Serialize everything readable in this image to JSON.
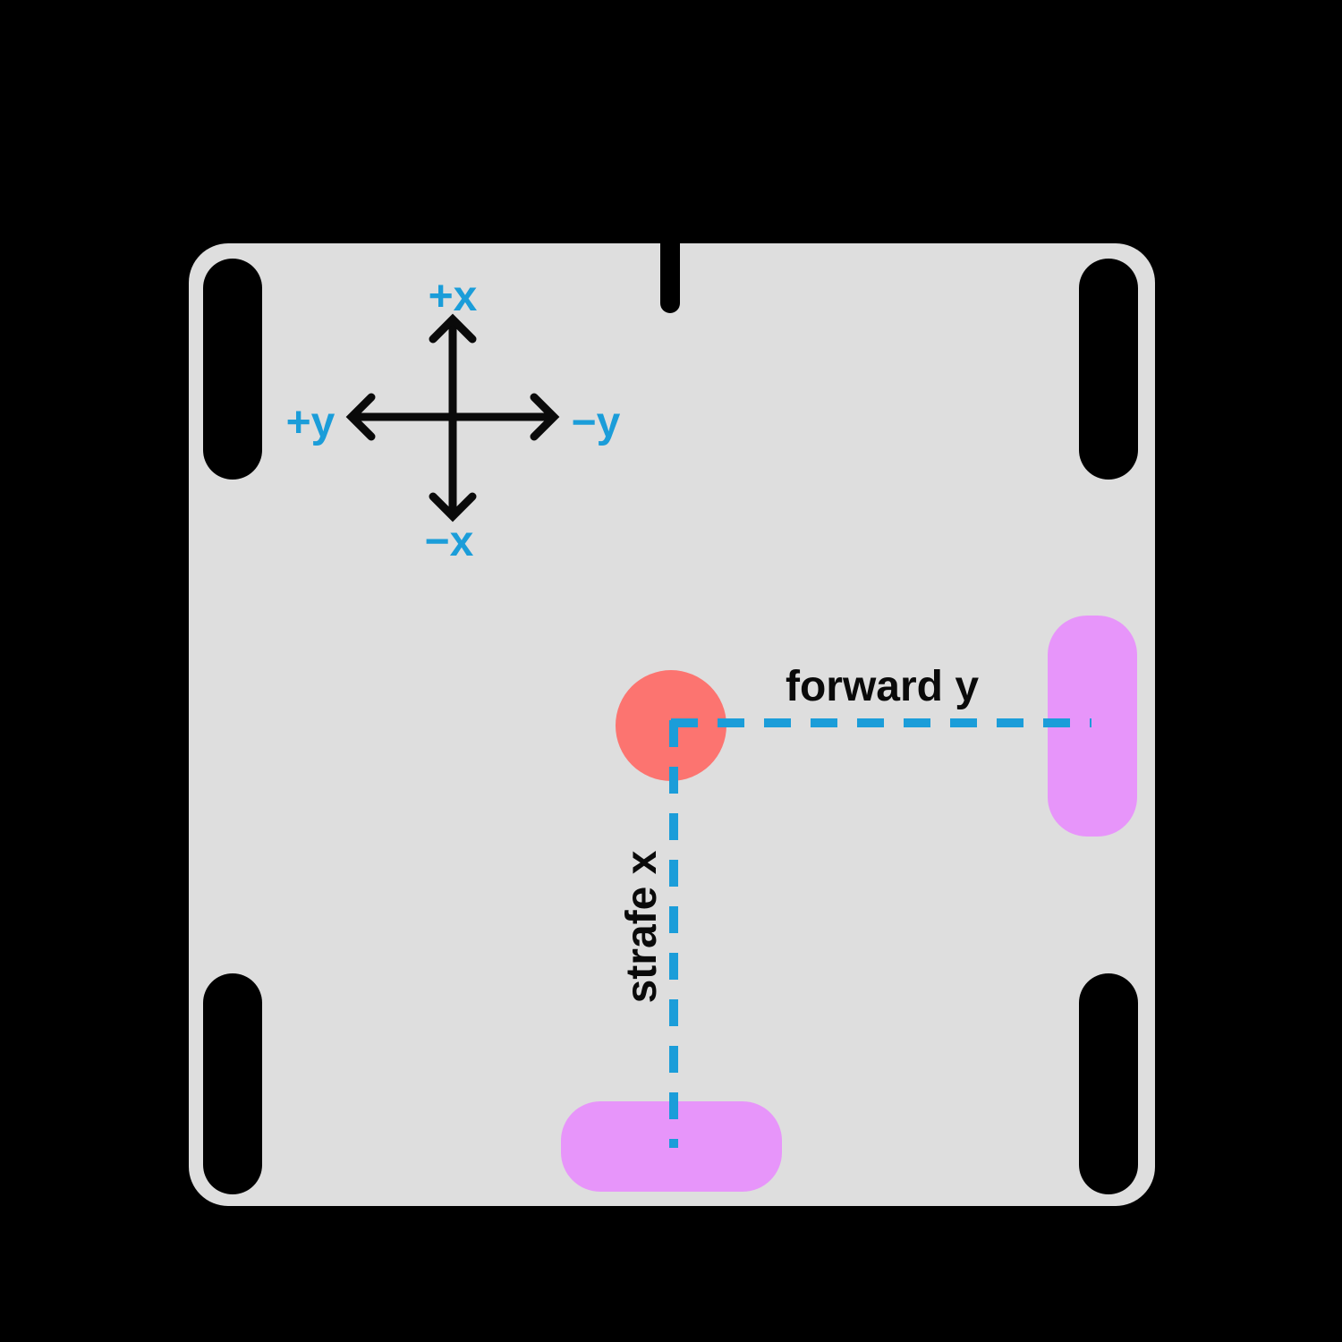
{
  "diagram": {
    "axis_labels": {
      "up": "+x",
      "down": "−x",
      "left": "+y",
      "right": "−y"
    },
    "motion_labels": {
      "forward": "forward y",
      "strafe": "strafe x"
    }
  },
  "colors": {
    "background": "#000000",
    "chassis": "#dedede",
    "wheel": "#000000",
    "accent": "#1b9dd9",
    "origin": "#fc7470",
    "pad": "#e795fa",
    "text": "#0a0a0a"
  }
}
